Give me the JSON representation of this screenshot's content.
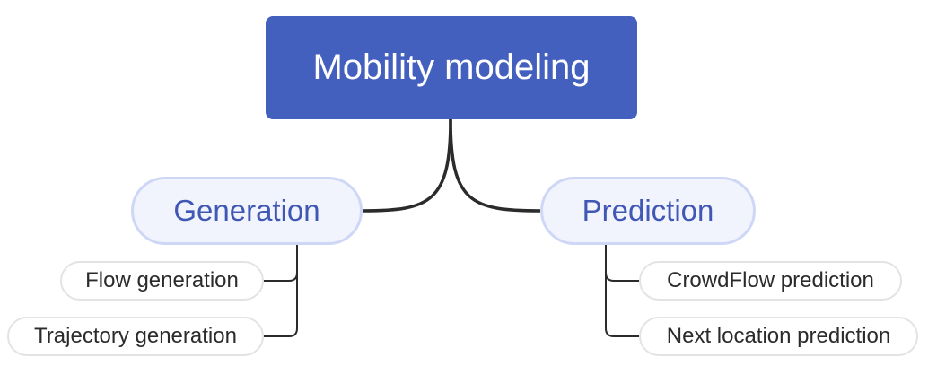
{
  "diagram": {
    "root": {
      "label": "Mobility modeling"
    },
    "branches": [
      {
        "label": "Generation",
        "children": [
          {
            "label": "Flow generation"
          },
          {
            "label": "Trajectory generation"
          }
        ]
      },
      {
        "label": "Prediction",
        "children": [
          {
            "label": "CrowdFlow prediction"
          },
          {
            "label": "Next location prediction"
          }
        ]
      }
    ]
  },
  "colors": {
    "root_fill": "#4460bf",
    "root_text": "#ffffff",
    "branch_fill": "#f1f3fd",
    "branch_border": "#cfd7f6",
    "branch_text": "#4057b4",
    "leaf_border": "#e3e3e3",
    "leaf_text": "#2b2b2b",
    "connector": "#2b2b2b"
  }
}
